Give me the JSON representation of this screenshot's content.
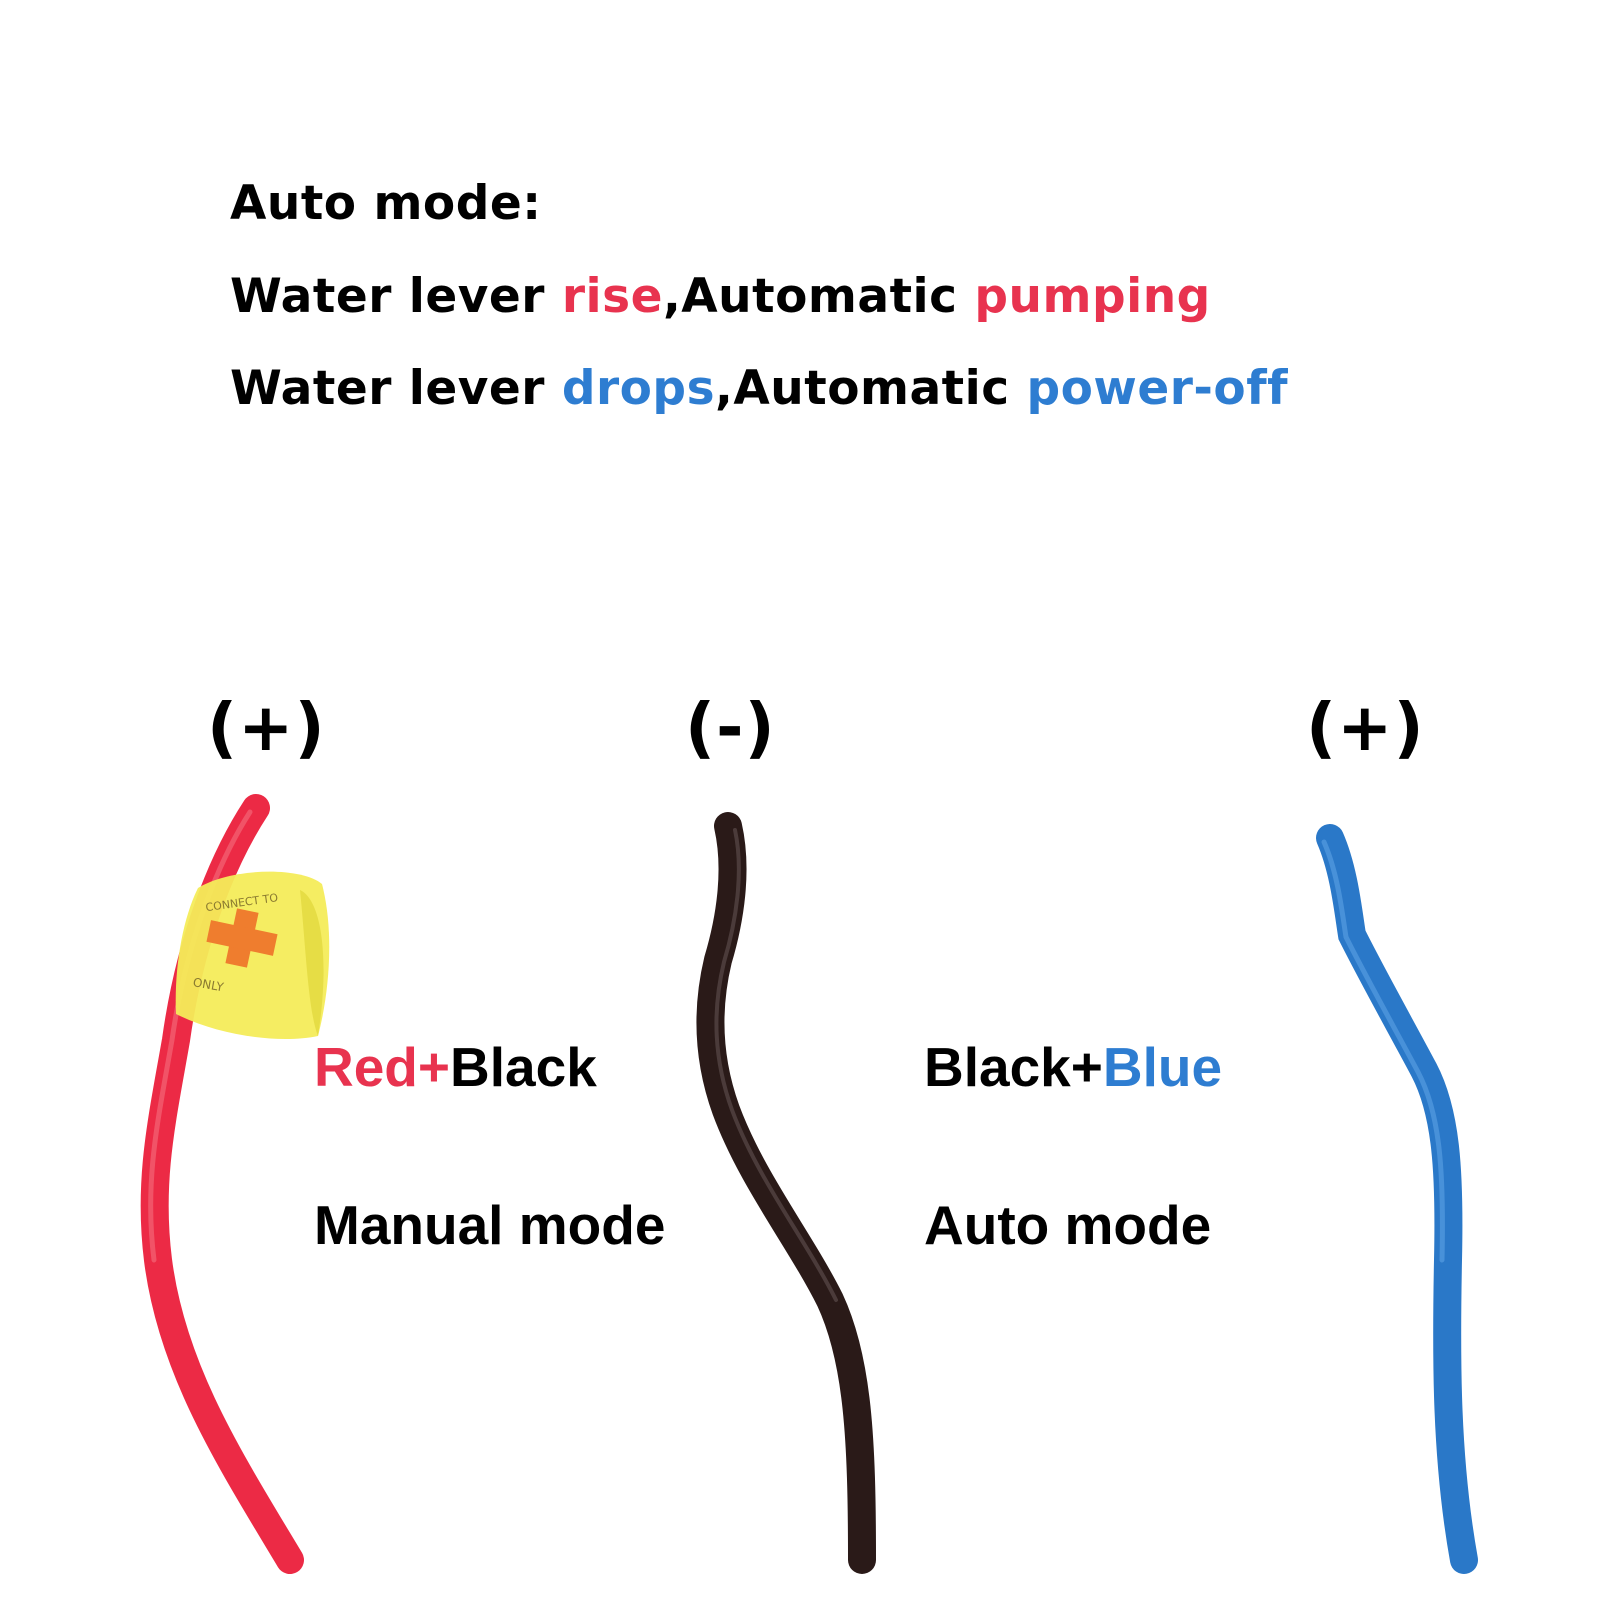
{
  "header": {
    "title": "Auto mode:",
    "line1": {
      "prefix": "Water lever ",
      "accent1": "rise",
      "middle": ",Automatic ",
      "accent2": "pumping"
    },
    "line2": {
      "prefix": "Water lever ",
      "accent1": "drops",
      "middle": ",Automatic ",
      "accent2": "power-off"
    }
  },
  "wires": {
    "left": {
      "polarity": "(+)",
      "color": "#ec2a45",
      "color_name": "red"
    },
    "middle": {
      "polarity": "(-)",
      "color": "#2a1a18",
      "color_name": "black"
    },
    "right": {
      "polarity": "(+)",
      "color": "#2a78c8",
      "color_name": "blue"
    }
  },
  "modes": {
    "left": {
      "combo_part1": "Red",
      "combo_sep": "+",
      "combo_part2": "Black",
      "mode": "Manual mode"
    },
    "right": {
      "combo_part1": "Black",
      "combo_sep": "+",
      "combo_part2": "Blue",
      "mode": "Auto mode"
    }
  },
  "colors": {
    "red_accent": "#e8334f",
    "blue_accent": "#2e7dd1",
    "text": "#000000",
    "tag_yellow": "#f4ec5a",
    "tag_cross": "#ef7d2e"
  },
  "tag": {
    "icon": "plus-cross-icon",
    "text_top": "CONNECT TO",
    "text_bottom": "ONLY"
  }
}
